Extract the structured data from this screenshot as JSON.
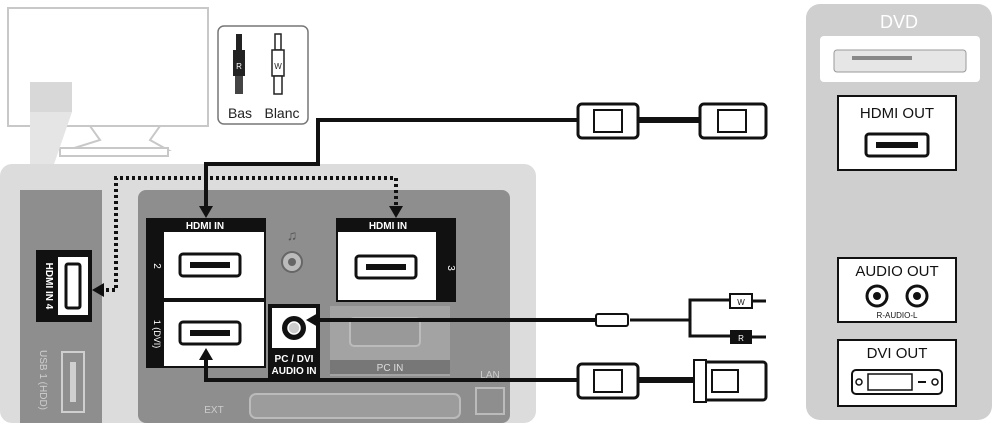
{
  "legend": {
    "red_label": "Bas",
    "white_label": "Blanc",
    "red_plug_letter": "R",
    "white_plug_letter": "W"
  },
  "tv_panel": {
    "hdmi_in_4": "HDMI IN 4",
    "usb": "USB 1 (HDD)",
    "hdmi_in_top_left": "HDMI IN",
    "hdmi_in_top_right": "HDMI IN",
    "port_2": "2",
    "port_3": "3",
    "port_1_dvi": "1 (DVI)",
    "pc_dvi_audio_in_line1": "PC / DVI",
    "pc_dvi_audio_in_line2": "AUDIO IN",
    "pc_in": "PC IN",
    "ext": "EXT",
    "lan": "LAN"
  },
  "dvd_panel": {
    "title": "DVD",
    "hdmi_out": "HDMI OUT",
    "audio_out": "AUDIO OUT",
    "audio_out_sub": "R-AUDIO-L",
    "dvi_out": "DVI OUT"
  },
  "colors": {
    "panel_gray": "#d9d9d9",
    "dark": "#1a1a1a",
    "dvd_panel": "#cfcfcf",
    "cable": "#111111"
  }
}
